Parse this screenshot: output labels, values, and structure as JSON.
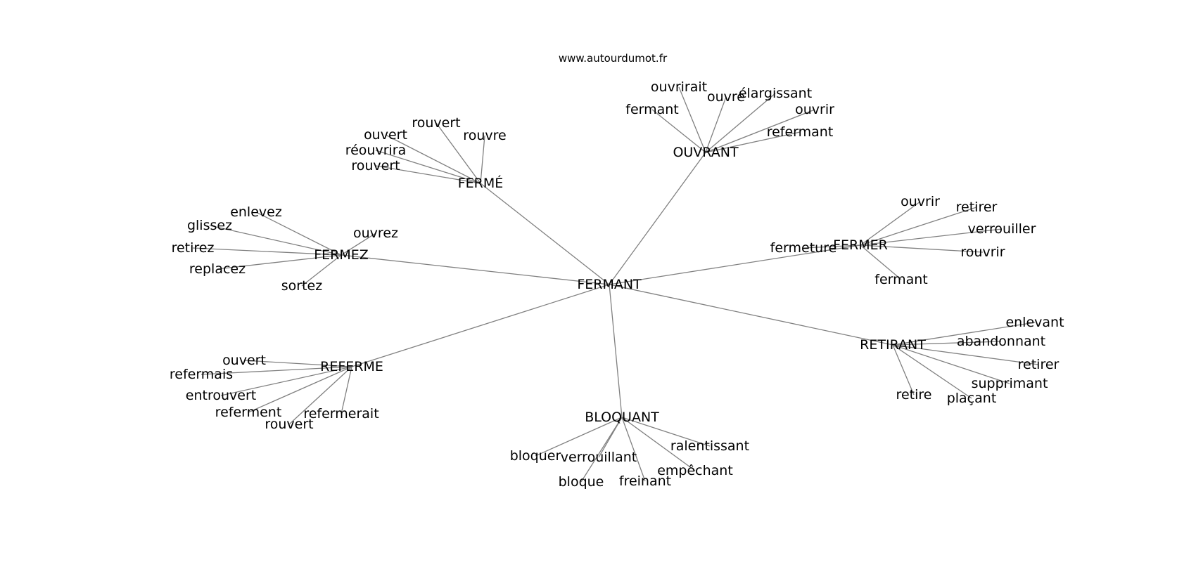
{
  "site_url": "www.autourdumot.fr",
  "colors": {
    "edge": "#808080",
    "text": "#000000",
    "background": "#ffffff"
  },
  "center": "FERMANT",
  "clusters": [
    {
      "id": "ouvrant",
      "label": "OUVRANT",
      "leaves": [
        "ouvrirait",
        "ouvre",
        "élargissant",
        "fermant",
        "ouvrir",
        "refermant"
      ]
    },
    {
      "id": "ferme",
      "label": "FERMÉ",
      "leaves": [
        "rouvert",
        "rouvre",
        "ouvert",
        "réouvrira",
        "rouvert"
      ]
    },
    {
      "id": "fermez",
      "label": "FERMEZ",
      "leaves": [
        "enlevez",
        "glissez",
        "ouvrez",
        "retirez",
        "replacez",
        "sortez"
      ]
    },
    {
      "id": "fermer",
      "label": "FERMER",
      "leaves": [
        "ouvrir",
        "retirer",
        "verrouiller",
        "fermeture",
        "rouvrir",
        "fermant"
      ]
    },
    {
      "id": "retirant",
      "label": "RETIRANT",
      "leaves": [
        "enlevant",
        "abandonnant",
        "retirer",
        "supprimant",
        "retire",
        "plaçant"
      ]
    },
    {
      "id": "referme",
      "label": "REFERME",
      "leaves": [
        "ouvert",
        "refermais",
        "entrouvert",
        "referment",
        "refermerait",
        "rouvert"
      ]
    },
    {
      "id": "bloquant",
      "label": "BLOQUANT",
      "leaves": [
        "ralentissant",
        "bloquer",
        "verrouillant",
        "empêchant",
        "bloque",
        "freinant"
      ]
    }
  ]
}
